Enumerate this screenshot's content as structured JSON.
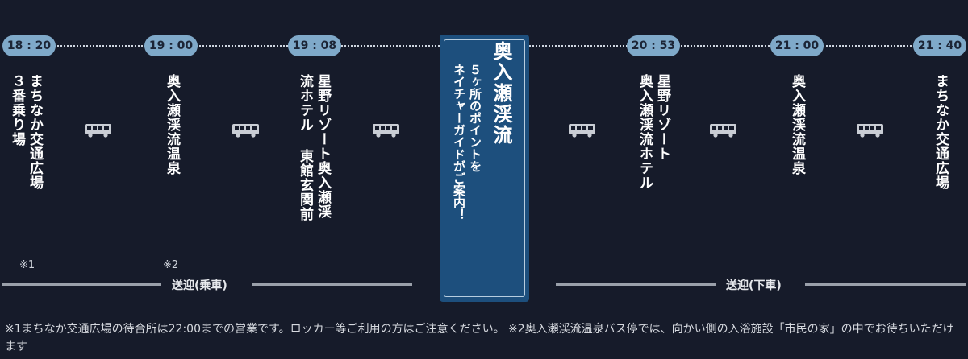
{
  "stops": [
    {
      "time": "18 : 20",
      "name_lines": [
        "まちなか交通広場",
        "３番乗り場"
      ],
      "note": "※1"
    },
    {
      "time": "19 : 00",
      "name_lines": [
        "奥入瀬渓流温泉"
      ],
      "note": "※2"
    },
    {
      "time": "19 : 08",
      "name_lines": [
        "星野リゾート奥入瀬渓",
        "流ホテル 東館玄関前"
      ],
      "note": ""
    },
    {
      "time": "20 : 53",
      "name_lines": [
        "星野リゾート",
        "奥入瀬渓流ホテル"
      ],
      "note": ""
    },
    {
      "time": "21 : 00",
      "name_lines": [
        "奥入瀬渓流温泉"
      ],
      "note": ""
    },
    {
      "time": "21 : 40",
      "name_lines": [
        "まちなか交通広場"
      ],
      "note": ""
    }
  ],
  "feature": {
    "title": "奥入瀬渓流",
    "sub_lines": [
      "５ヶ所のポイントを",
      "ネイチャーガイドがご案内！"
    ]
  },
  "segments": {
    "boarding_label": "送迎(乗車)",
    "alighting_label": "送迎(下車)"
  },
  "icons": {
    "bus": "bus-icon"
  },
  "footnote": "※1まちなか交通広場の待合所は22:00までの営業です。ロッカー等ご利用の方はご注意ください。 ※2奥入瀬渓流温泉バス停では、向かい側の入浴施設「市民の家」の中でお待ちいただけます",
  "colors": {
    "background": "#161b2a",
    "pill": "#7fa9c9",
    "feature": "#1d4f7d"
  }
}
